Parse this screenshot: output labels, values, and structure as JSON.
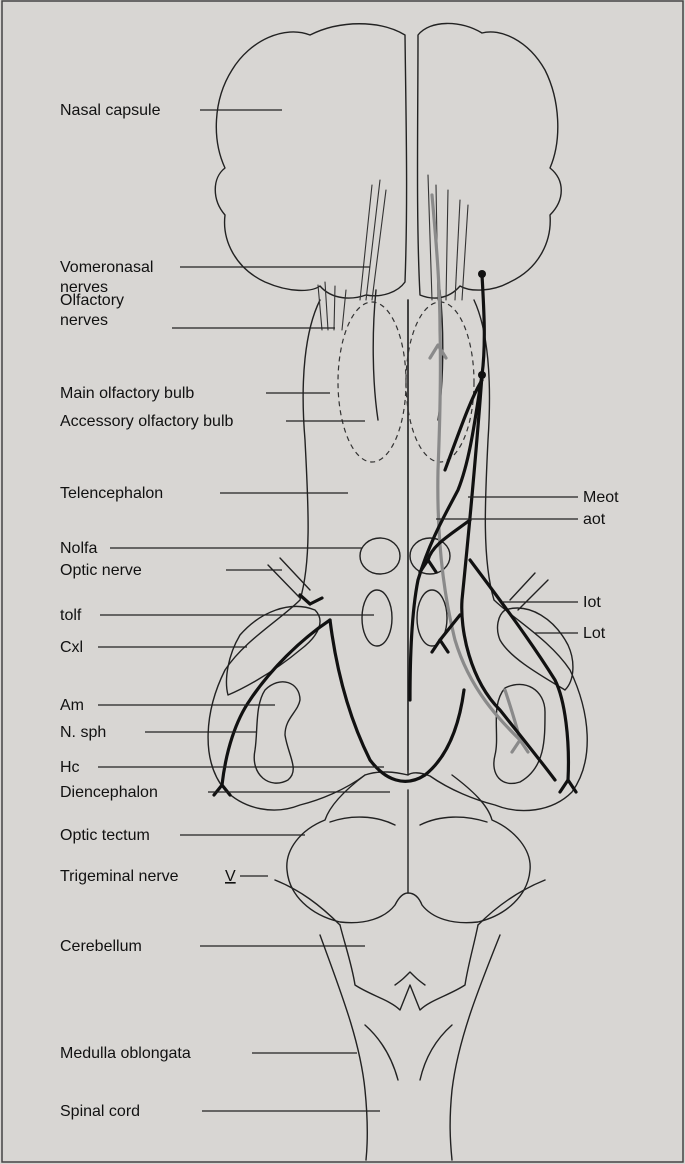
{
  "labels": {
    "nasal_capsule": "Nasal capsule",
    "vomeronasal_nerves_1": "Vomeronasal",
    "vomeronasal_nerves_2": "nerves",
    "olfactory_nerves_1": "Olfactory",
    "olfactory_nerves_2": "nerves",
    "main_olfactory_bulb": "Main olfactory bulb",
    "accessory_olfactory_bulb": "Accessory olfactory bulb",
    "telencephalon": "Telencephalon",
    "nolfa": "Nolfa",
    "optic_nerve": "Optic nerve",
    "tolf": "tolf",
    "cxl": "Cxl",
    "am": "Am",
    "n_sph": "N. sph",
    "hc": "Hc",
    "diencephalon": "Diencephalon",
    "optic_tectum": "Optic tectum",
    "trigeminal_nerve": "Trigeminal nerve",
    "trigeminal_numeral": "V",
    "cerebellum": "Cerebellum",
    "medulla_oblongata": "Medulla oblongata",
    "spinal_cord": "Spinal cord",
    "meot": "Meot",
    "aot": "aot",
    "iot": "Iot",
    "lot": "Lot"
  }
}
